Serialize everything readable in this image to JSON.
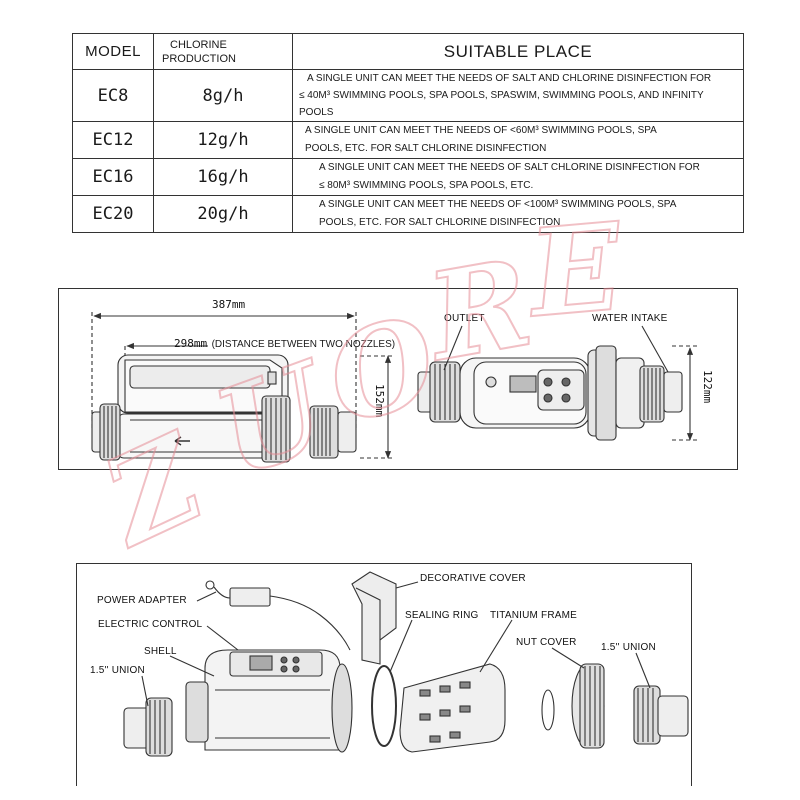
{
  "table": {
    "header": {
      "model": "MODEL",
      "chlorine_line1": "CHLORINE",
      "chlorine_line2": "PRODUCTION",
      "place": "SUITABLE PLACE"
    },
    "rows": [
      {
        "model": "EC8",
        "production": "8g/h",
        "place_line1": "A SINGLE UNIT CAN MEET THE NEEDS OF SALT AND CHLORINE  DISINFECTION FOR",
        "place_line2": "≤ 40M³ SWIMMING POOLS, SPA POOLS,  SPASWIM, SWIMMING POOLS, AND INFINITY",
        "place_line3": "POOLS"
      },
      {
        "model": "EC12",
        "production": "12g/h",
        "place_line1": "A SINGLE UNIT CAN MEET THE NEEDS OF <60M³ SWIMMING  POOLS, SPA",
        "place_line2": "POOLS, ETC. FOR SALT CHLORINE DISINFECTION"
      },
      {
        "model": "EC16",
        "production": "16g/h",
        "place_line1": "A SINGLE UNIT CAN MEET THE NEEDS OF SALT CHLORINE DISINFECTION FOR",
        "place_line2": "≤ 80M³ SWIMMING POOLS, SPA POOLS, ETC."
      },
      {
        "model": "EC20",
        "production": "20g/h",
        "place_line1": "A SINGLE UNIT CAN MEET THE NEEDS OF <100M³ SWIMMING POOLS, SPA",
        "place_line2": "POOLS, ETC. FOR SALT CHLORINE DISINFECTION"
      }
    ]
  },
  "dimensions": {
    "overall_length": "387mm",
    "nozzle_distance_value": "298mm",
    "nozzle_distance_note": "(DISTANCE BETWEEN TWO NOZZLES)",
    "height_side": "152mm",
    "height_top": "122mm",
    "outlet": "OUTLET",
    "water_intake": "WATER INTAKE"
  },
  "parts": {
    "power_adapter": "POWER ADAPTER",
    "electric_control": "ELECTRIC CONTROL",
    "shell": "SHELL",
    "union_left": "1.5'' UNION",
    "decorative_cover": "DECORATIVE COVER",
    "sealing_ring": "SEALING RING",
    "titanium_frame": "TITANIUM FRAME",
    "nut_cover": "NUT COVER",
    "union_right": "1.5'' UNION"
  },
  "watermark": {
    "letters": [
      "Z",
      "U",
      "O",
      "R",
      "E"
    ]
  },
  "colors": {
    "line": "#333333",
    "watermark": "#e68c96"
  }
}
